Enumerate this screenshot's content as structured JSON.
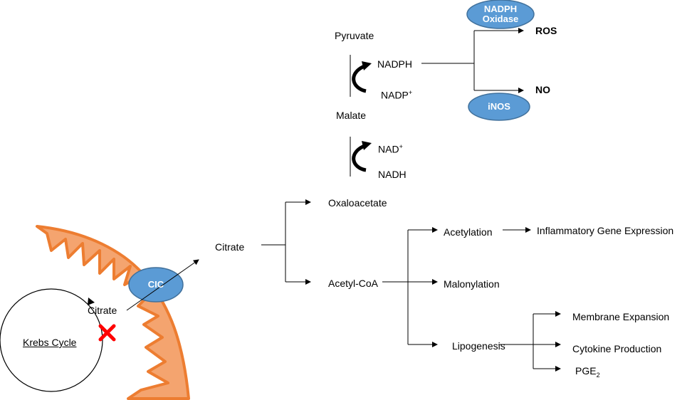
{
  "colors": {
    "oval_fill": "#5b9bd5",
    "oval_stroke": "#41719c",
    "mitochondria_fill": "#f4a46f",
    "mitochondria_stroke": "#ed7d31",
    "inhibition_mark": "#ff0000"
  },
  "icons": {
    "inhibition": "red-x-mark"
  },
  "nodes": {
    "pyruvate": "Pyruvate",
    "nadph": "NADPH",
    "nadp_base": "NADP",
    "nadp_sup": "+",
    "malate": "Malate",
    "nad_base": "NAD",
    "nad_sup": "+",
    "nadh": "NADH",
    "nadph_oxidase_line1": "NADPH",
    "nadph_oxidase_line2": "Oxidase",
    "ros": "ROS",
    "no": "NO",
    "inos": "iNOS",
    "oxaloacetate": "Oxaloacetate",
    "citrate_cytosol": "Citrate",
    "cic": "CIC",
    "citrate_mito": "Citrate",
    "krebs_cycle": "Krebs Cycle",
    "acetyl_coa": "Acetyl-CoA",
    "acetylation": "Acetylation",
    "inflammatory": "Inflammatory Gene Expression",
    "malonylation": "Malonylation",
    "lipogenesis": "Lipogenesis",
    "membrane_expansion": "Membrane Expansion",
    "cytokine_production": "Cytokine Production",
    "pge_base": "PGE",
    "pge_sub": "2"
  }
}
